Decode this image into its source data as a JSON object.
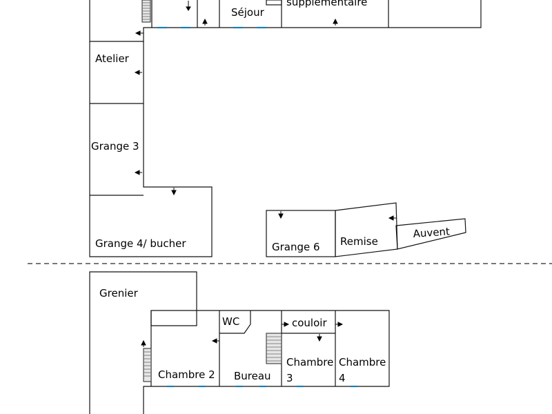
{
  "plan": {
    "ground_floor": {
      "sejour": "Séjour",
      "supplementaire": "supplémentaire",
      "atelier": "Atelier",
      "grange3": "Grange 3",
      "grange4": "Grange 4/ bucher",
      "grange6": "Grange 6",
      "remise": "Remise",
      "auvent": "Auvent"
    },
    "upper_floor": {
      "grenier": "Grenier",
      "wc": "WC",
      "couloir": "couloir",
      "chambre2": "Chambre 2",
      "bureau": "Bureau",
      "chambre3_line1": "Chambre",
      "chambre3_line2": "3",
      "chambre4_line1": "Chambre",
      "chambre4_line2": "4"
    }
  }
}
